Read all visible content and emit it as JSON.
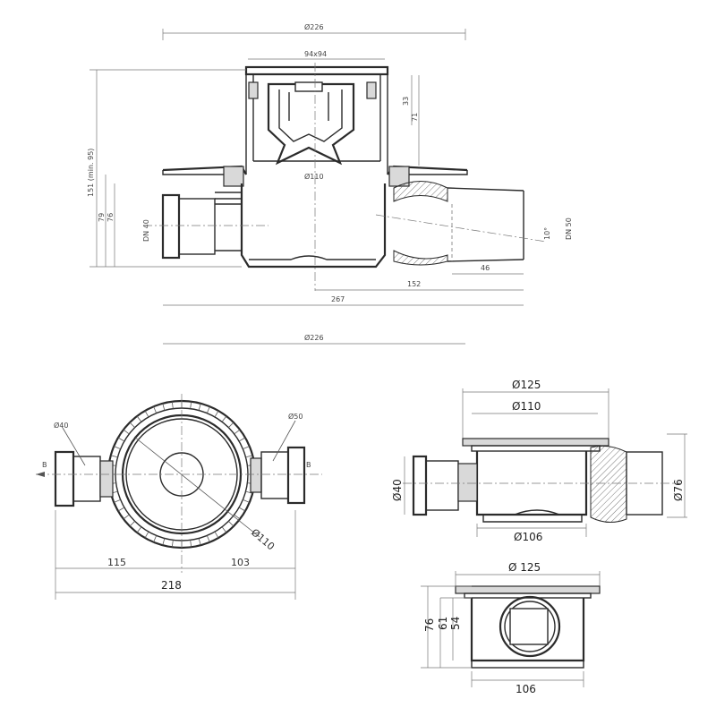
{
  "top_view": {
    "dims": {
      "overall_dia": "Ø226",
      "grate": "94x94",
      "depth_33": "33",
      "depth_71": "71",
      "body_dia": "Ø110",
      "height_total": "151 (min. 95)",
      "h_79": "79",
      "h_76": "76",
      "inlet": "DN 40",
      "outlet": "DN 50",
      "angle": "10°",
      "len_46": "46",
      "len_152": "152",
      "len_267": "267",
      "flange_dia": "Ø226"
    }
  },
  "plan_view": {
    "dims": {
      "inlet_dia": "Ø40",
      "outlet_dia": "Ø50",
      "body_dia": "Ø110",
      "section_left": "B",
      "section_right": "B",
      "len_115": "115",
      "len_103": "103",
      "len_218": "218"
    }
  },
  "side_view": {
    "dims": {
      "top_dia": "Ø125",
      "inner_dia": "Ø110",
      "inlet_dia": "Ø40",
      "bottom_dia": "Ø106",
      "height": "Ø76"
    }
  },
  "front_view": {
    "dims": {
      "top_dia": "Ø 125",
      "h_76": "76",
      "h_61": "61",
      "h_54": "54",
      "bottom": "106"
    }
  }
}
